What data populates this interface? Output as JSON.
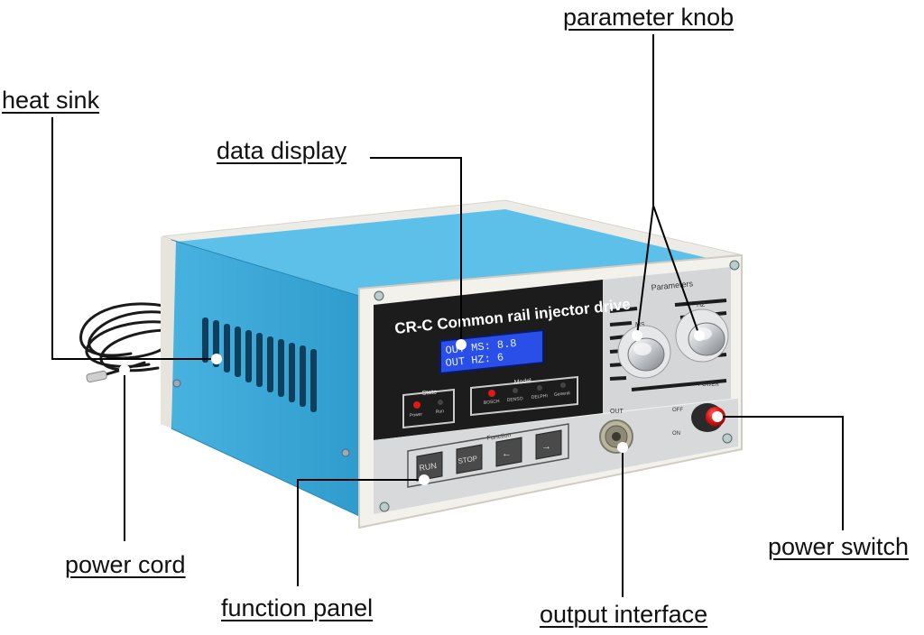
{
  "callouts": {
    "parameter_knob": "parameter knob",
    "heat_sink": "heat sink",
    "data_display": "data display",
    "power_cord": "power cord",
    "function_panel": "function panel",
    "output_interface": "output interface",
    "power_switch": "power switch"
  },
  "device": {
    "title": "CR-C Common rail injector drive",
    "lcd_line1": "OUT MS: 8.8",
    "lcd_line2": "OUT HZ: 6",
    "parameters_label": "Parameters",
    "knob_left_label": "MS",
    "knob_right_label": "HZ",
    "state": {
      "label": "State",
      "power": "Power",
      "run": "Run"
    },
    "model": {
      "label": "Model",
      "items": [
        "BOSCH",
        "DENSO",
        "DELPHI",
        "General"
      ]
    },
    "function": {
      "label": "Function",
      "run": "RUN",
      "stop": "STOP"
    },
    "out_label": "OUT",
    "power_label": "POWER",
    "off_label": "OFF",
    "on_label": "ON"
  },
  "colors": {
    "body_blue": "#3aa6d6",
    "faceplate": "#f1efe9",
    "lcd_blue": "#2a4fe8",
    "led_red": "#e01818",
    "switch_red": "#d81414"
  }
}
